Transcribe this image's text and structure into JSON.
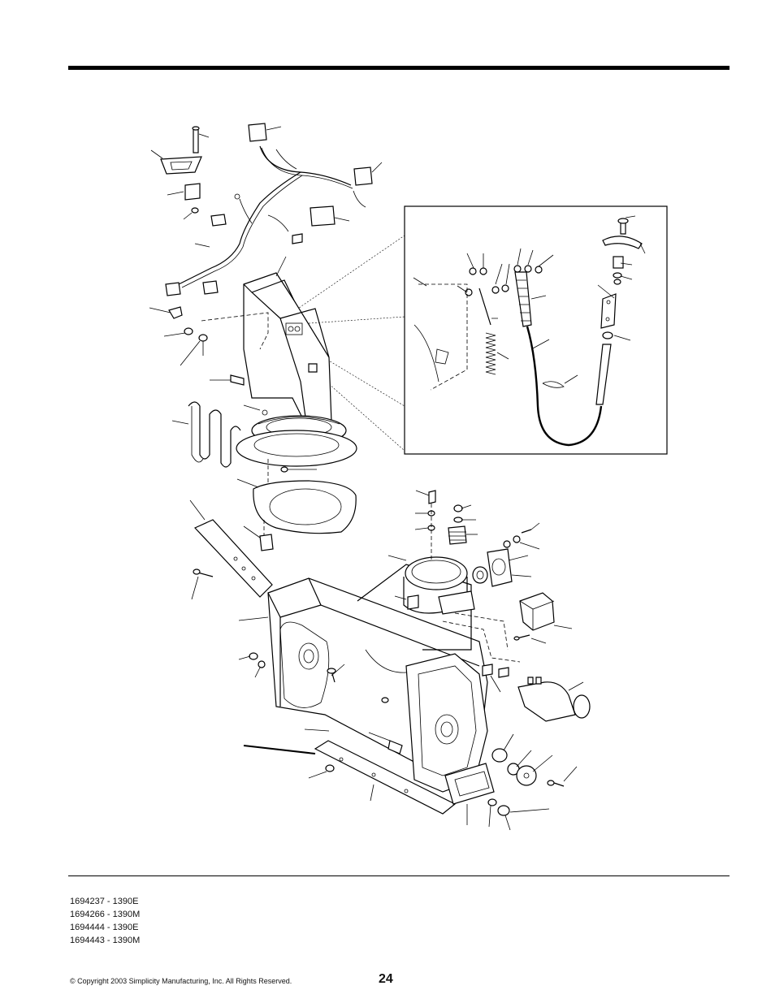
{
  "page": {
    "models": [
      "1694237 - 1390E",
      "1694266 - 1390M",
      "1694444 - 1390E",
      "1694443 - 1390M"
    ],
    "copyright": "© Copyright 2003 Simplicity Manufacturing, Inc. All Rights Reserved.",
    "page_number": "24"
  }
}
